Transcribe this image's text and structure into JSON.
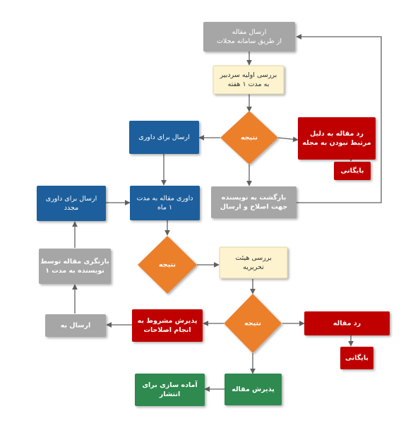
{
  "nodes": {
    "submit": {
      "lines": [
        "ارسال مقاله",
        "از طریق سامانه مجلات"
      ]
    },
    "initial_review": {
      "lines": [
        "بررسی اولیه سردبیر",
        "به مدت ۱ هفته"
      ]
    },
    "result1": {
      "lines": [
        "نتیجه"
      ]
    },
    "reject_irrelevant": {
      "lines": [
        "رد مقاله به دلیل",
        "مرتبط نبودن به مجله"
      ]
    },
    "archive1": {
      "lines": [
        "بایگانی"
      ]
    },
    "send_review": {
      "lines": [
        "ارسال برای داوری"
      ]
    },
    "return_author": {
      "lines": [
        "بازگشت به نویسنده",
        "جهت اصلاح و ارسال"
      ]
    },
    "peer_review": {
      "lines": [
        "داوری مقاله به مدت",
        "۱ ماه"
      ]
    },
    "resend_review": {
      "lines": [
        "ارسال برای داوری",
        "مجدد"
      ]
    },
    "result2": {
      "lines": [
        "نتیجه"
      ]
    },
    "board_review": {
      "lines": [
        "بررسی هیئت",
        "تحریریه"
      ]
    },
    "author_revision": {
      "lines": [
        "بازنگری مقاله توسط",
        "نویسنده به مدت ۱"
      ]
    },
    "result3": {
      "lines": [
        "نتیجه"
      ]
    },
    "conditional_accept": {
      "lines": [
        "پذیرش مشروط به",
        "انجام اصلاحات"
      ]
    },
    "send_to": {
      "lines": [
        "ارسال به"
      ]
    },
    "reject": {
      "lines": [
        "رد مقاله"
      ]
    },
    "archive2": {
      "lines": [
        "بایگانی"
      ]
    },
    "accept": {
      "lines": [
        "پذیرش مقاله"
      ]
    },
    "prepare_publish": {
      "lines": [
        "آماده سازی برای",
        "انتشار"
      ]
    }
  },
  "colors": {
    "gray": "#a6a6a6",
    "cream": "#fdf3cf",
    "orange": "#ec7f2c",
    "red": "#c00000",
    "blue": "#1f5e9c",
    "green": "#2f8a4f",
    "line": "#606060"
  }
}
